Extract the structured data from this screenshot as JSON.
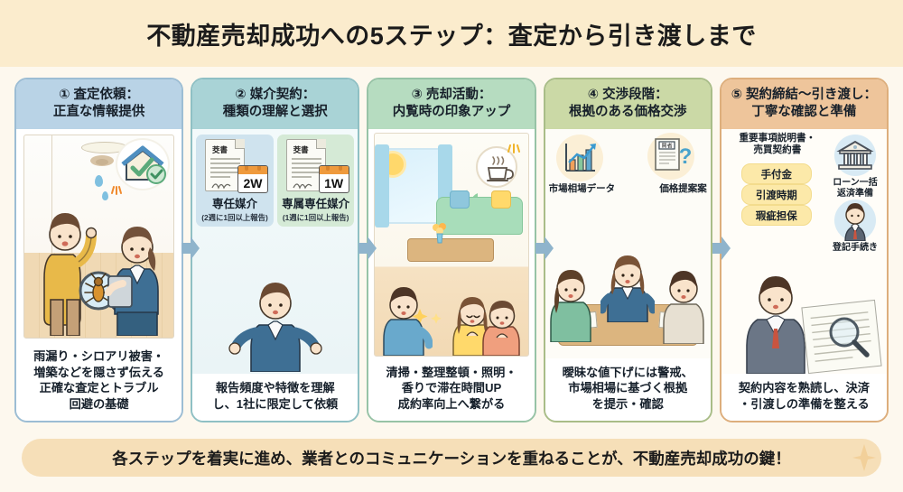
{
  "title": "不動産売却成功への5ステップ：査定から引き渡しまで",
  "steps": [
    {
      "head_line1": "① 査定依頼：",
      "head_line2": "正直な情報提供",
      "foot": "雨漏り・シロアリ被害・増築などを隠さず伝える正確な査定とトラブル回避の基礎",
      "foot_lines": [
        "雨漏り・シロアリ被害・",
        "増築などを隠さず伝える",
        "正確な査定とトラブル",
        "回避の基礎"
      ],
      "accent": "#b9d3e6",
      "border": "#9cbdd4"
    },
    {
      "head_line1": "② 媒介契約：",
      "head_line2": "種類の理解と選択",
      "foot_lines": [
        "報告頻度や特徴を理解",
        "し、1社に限定して依頼"
      ],
      "accent": "#a9d3d6",
      "border": "#8fc0c4",
      "docs": [
        {
          "paper_label": "茭書",
          "cal": "2W",
          "name": "専任媒介",
          "sub": "(2週に1回以上報告)"
        },
        {
          "paper_label": "茭書",
          "cal": "1W",
          "name": "専属専任媒介",
          "sub": "(1週に1回以上報告)"
        }
      ]
    },
    {
      "head_line1": "③ 売却活動：",
      "head_line2": "内覧時の印象アップ",
      "foot_lines": [
        "清掃・整理整頓・照明・",
        "香りで滞在時間UP",
        "成約率向上へ繋がる"
      ],
      "accent": "#b6dcc0",
      "border": "#97c3a6"
    },
    {
      "head_line1": "④ 交渉段階：",
      "head_line2": "根拠のある価格交渉",
      "foot_lines": [
        "曖昧な値下げには警戒、",
        "市場相場に基づく根拠",
        "を提示・確認"
      ],
      "accent": "#cbd9a6",
      "border": "#a9bd88",
      "bubbles": [
        {
          "label": "市場相場データ",
          "icon": "bar-chart-icon"
        },
        {
          "label": "価格提案案",
          "icon": "document-question-icon",
          "doc_label": "買者"
        }
      ]
    },
    {
      "head_line1": "⑤ 契約締結～引き渡し：",
      "head_line2": "丁寧な確認と準備",
      "foot_lines": [
        "契約内容を熟読し、決済",
        "・引渡しの準備を整える"
      ],
      "accent": "#eec59b",
      "border": "#ddae7c",
      "doc_title_lines": [
        "重要事項説明書・",
        "売買契約書"
      ],
      "tags": [
        "手付金",
        "引渡時期",
        "瑕疵担保"
      ],
      "side_icons": [
        {
          "icon": "bank-icon",
          "caption_lines": [
            "ローン一括",
            "返済準備"
          ]
        },
        {
          "icon": "person-suit-icon",
          "caption_lines": [
            "登記手続き"
          ]
        }
      ]
    }
  ],
  "banner": "各ステップを着実に進め、業者とのコミュニケーションを重ねることが、不動産売却成功の鍵！",
  "colors": {
    "page_bg": "#fdf8ee",
    "title_bg": "#fbeccd",
    "banner_bg": "#f6dfb8",
    "arrow": "#8fb4cc",
    "tag_bg": "#fce9a9"
  }
}
